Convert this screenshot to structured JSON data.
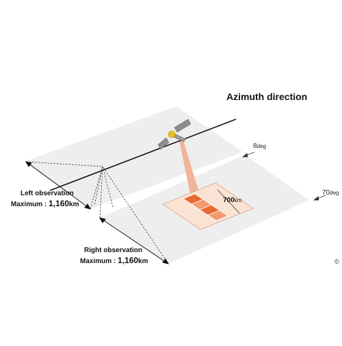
{
  "diagram": {
    "title": "Azimuth direction",
    "left_observation": {
      "label": "Left observation",
      "max_prefix": "Maximum : ",
      "max_value": "1,160",
      "max_unit": "km"
    },
    "right_observation": {
      "label": "Right observation",
      "max_prefix": "Maximum : ",
      "max_value": "1,160",
      "max_unit": "km"
    },
    "angle_inner": {
      "value": "8",
      "unit": "deg"
    },
    "angle_outer": {
      "value": "70",
      "unit": "deg"
    },
    "swath": {
      "value": "700",
      "unit": "km"
    },
    "copyright": "©",
    "colors": {
      "ground": "#eeeeee",
      "footprint": "#fbe3d4",
      "strip_dark": "#ea6a33",
      "strip_light": "#f19a6c",
      "beam": "#f2ad8f",
      "satellite_body": "#e8c21e",
      "panel": "#8d8d8d"
    }
  }
}
